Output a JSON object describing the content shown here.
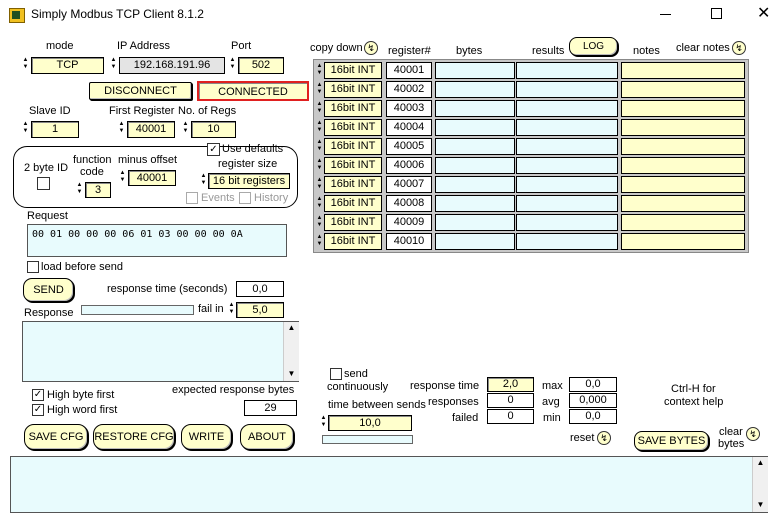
{
  "window": {
    "title": "Simply Modbus TCP Client 8.1.2"
  },
  "connection": {
    "mode_label": "mode",
    "mode_value": "TCP",
    "ip_label": "IP Address",
    "ip_value": "192.168.191.96",
    "port_label": "Port",
    "port_value": "502",
    "disconnect_label": "DISCONNECT",
    "status_value": "CONNECTED"
  },
  "params": {
    "slave_id_label": "Slave ID",
    "slave_id_value": "1",
    "first_reg_label": "First Register",
    "first_reg_value": "40001",
    "num_regs_label": "No. of Regs",
    "num_regs_value": "10",
    "two_byte_label": "2 byte ID",
    "function_label_1": "function",
    "function_label_2": "code",
    "function_value": "3",
    "minus_offset_label": "minus offset",
    "minus_offset_value": "40001",
    "use_defaults_label": "Use defaults",
    "register_size_label": "register size",
    "register_size_value": "16 bit registers",
    "events_label": "Events",
    "history_label": "History"
  },
  "request": {
    "label": "Request",
    "bytes": "00 01 00 00 00 06 01 03 00 00 00 0A",
    "load_before_send_label": "load before send",
    "send_label": "SEND",
    "response_time_label": "response time (seconds)",
    "response_time_value": "0,0",
    "fail_in_label": "fail in",
    "fail_in_value": "5,0"
  },
  "response": {
    "label": "Response",
    "high_byte_label": "High byte first",
    "high_word_label": "High word first",
    "expected_label": "expected response bytes",
    "expected_value": "29"
  },
  "table": {
    "copy_down_label": "copy down",
    "register_header": "register#",
    "bytes_header": "bytes",
    "results_header": "results",
    "log_label": "LOG",
    "notes_header": "notes",
    "clear_notes_label": "clear notes",
    "rows": [
      {
        "type": "16bit INT",
        "reg": "40001"
      },
      {
        "type": "16bit INT",
        "reg": "40002"
      },
      {
        "type": "16bit INT",
        "reg": "40003"
      },
      {
        "type": "16bit INT",
        "reg": "40004"
      },
      {
        "type": "16bit INT",
        "reg": "40005"
      },
      {
        "type": "16bit INT",
        "reg": "40006"
      },
      {
        "type": "16bit INT",
        "reg": "40007"
      },
      {
        "type": "16bit INT",
        "reg": "40008"
      },
      {
        "type": "16bit INT",
        "reg": "40009"
      },
      {
        "type": "16bit INT",
        "reg": "40010"
      }
    ]
  },
  "continuous": {
    "send_label": "send",
    "continuously_label": "continuously",
    "time_between_label": "time between sends",
    "time_between_value": "10,0"
  },
  "stats": {
    "response_time_label": "response time",
    "response_time_value": "2,0",
    "responses_label": "responses",
    "responses_value": "0",
    "failed_label": "failed",
    "failed_value": "0",
    "max_label": "max",
    "max_value": "0,0",
    "avg_label": "avg",
    "avg_value": "0,000",
    "min_label": "min",
    "min_value": "0,0",
    "reset_label": "reset"
  },
  "help": {
    "line1": "Ctrl-H for",
    "line2": "context help"
  },
  "buttons": {
    "save_cfg": "SAVE CFG",
    "restore_cfg": "RESTORE CFG",
    "write": "WRITE",
    "about": "ABOUT",
    "save_bytes": "SAVE BYTES",
    "clear_bytes_1": "clear",
    "clear_bytes_2": "bytes"
  },
  "colors": {
    "connected_border": "#e02020",
    "field_yellow": "#ffffcc",
    "field_cyan": "#e8fbfd"
  }
}
